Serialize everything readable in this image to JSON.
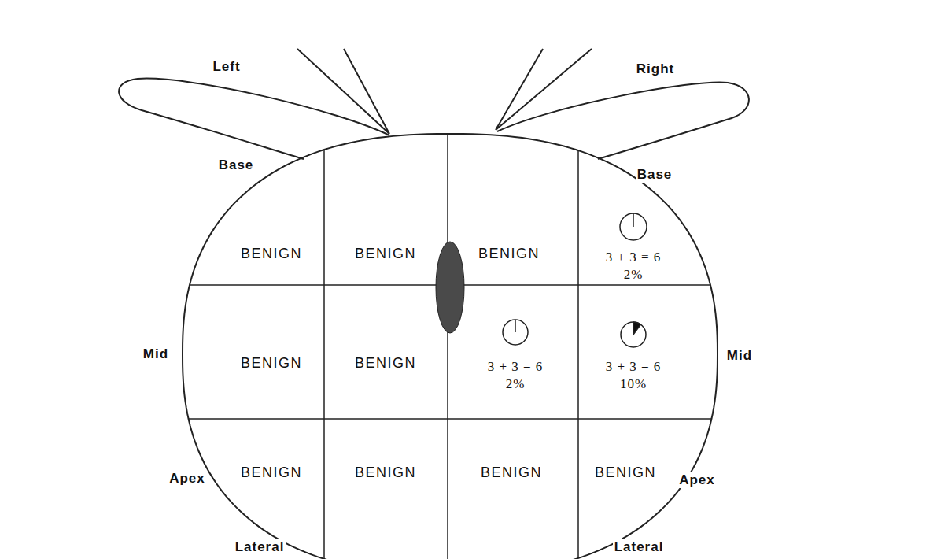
{
  "diagram": {
    "nodes": [
      {
        "text": [
          "BENIGN"
        ]
      },
      {
        "text": [
          "BENIGN"
        ]
      },
      {
        "text": [
          "BENIGN"
        ]
      },
      {
        "text": [
          "3 + 3 = 6",
          "2%"
        ]
      },
      {
        "text": [
          "BENIGN"
        ]
      },
      {
        "text": [
          "BENIGN"
        ]
      },
      {
        "text": [
          "3 + 3 = 6",
          "2%"
        ]
      },
      {
        "text": [
          "3 + 3 = 6",
          "10%"
        ]
      },
      {
        "text": [
          "BENIGN"
        ]
      },
      {
        "text": [
          "BENIGN"
        ]
      },
      {
        "text": [
          "BENIGN"
        ]
      },
      {
        "text": [
          "BENIGN"
        ]
      }
    ],
    "labels": [
      "Left",
      "Right",
      "Base",
      "Base",
      "Mid",
      "Mid",
      "Apex",
      "Apex",
      "Lateral",
      "Lateral"
    ]
  }
}
